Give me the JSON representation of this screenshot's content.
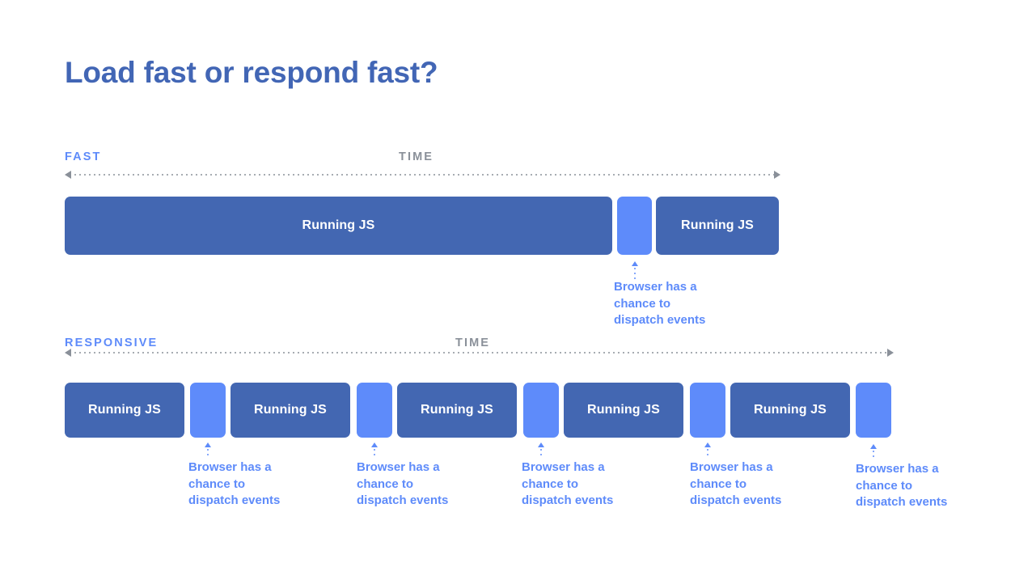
{
  "slide": {
    "title": "Load fast or respond fast?",
    "background_color": "#ffffff",
    "title_color": "#4266b5"
  },
  "colors": {
    "running_js_block": "#4367b2",
    "idle_block": "#5e8bfa",
    "accent_text": "#5e8bfa",
    "muted_text": "#8a9099",
    "block_label": "#ffffff"
  },
  "callout": {
    "line1": "Browser has a",
    "line2": "chance to",
    "line3": "dispatch events"
  },
  "sections": [
    {
      "id": "fast",
      "mode_label": "FAST",
      "time_label": "TIME",
      "blocks": [
        {
          "type": "running-js",
          "label": "Running JS"
        },
        {
          "type": "idle",
          "label": ""
        },
        {
          "type": "running-js",
          "label": "Running JS"
        }
      ],
      "callout_count": 1
    },
    {
      "id": "responsive",
      "mode_label": "RESPONSIVE",
      "time_label": "TIME",
      "blocks": [
        {
          "type": "running-js",
          "label": "Running JS"
        },
        {
          "type": "idle",
          "label": ""
        },
        {
          "type": "running-js",
          "label": "Running JS"
        },
        {
          "type": "idle",
          "label": ""
        },
        {
          "type": "running-js",
          "label": "Running JS"
        },
        {
          "type": "idle",
          "label": ""
        },
        {
          "type": "running-js",
          "label": "Running JS"
        },
        {
          "type": "idle",
          "label": ""
        },
        {
          "type": "running-js",
          "label": "Running JS"
        },
        {
          "type": "idle",
          "label": ""
        }
      ],
      "callout_count": 5
    }
  ]
}
